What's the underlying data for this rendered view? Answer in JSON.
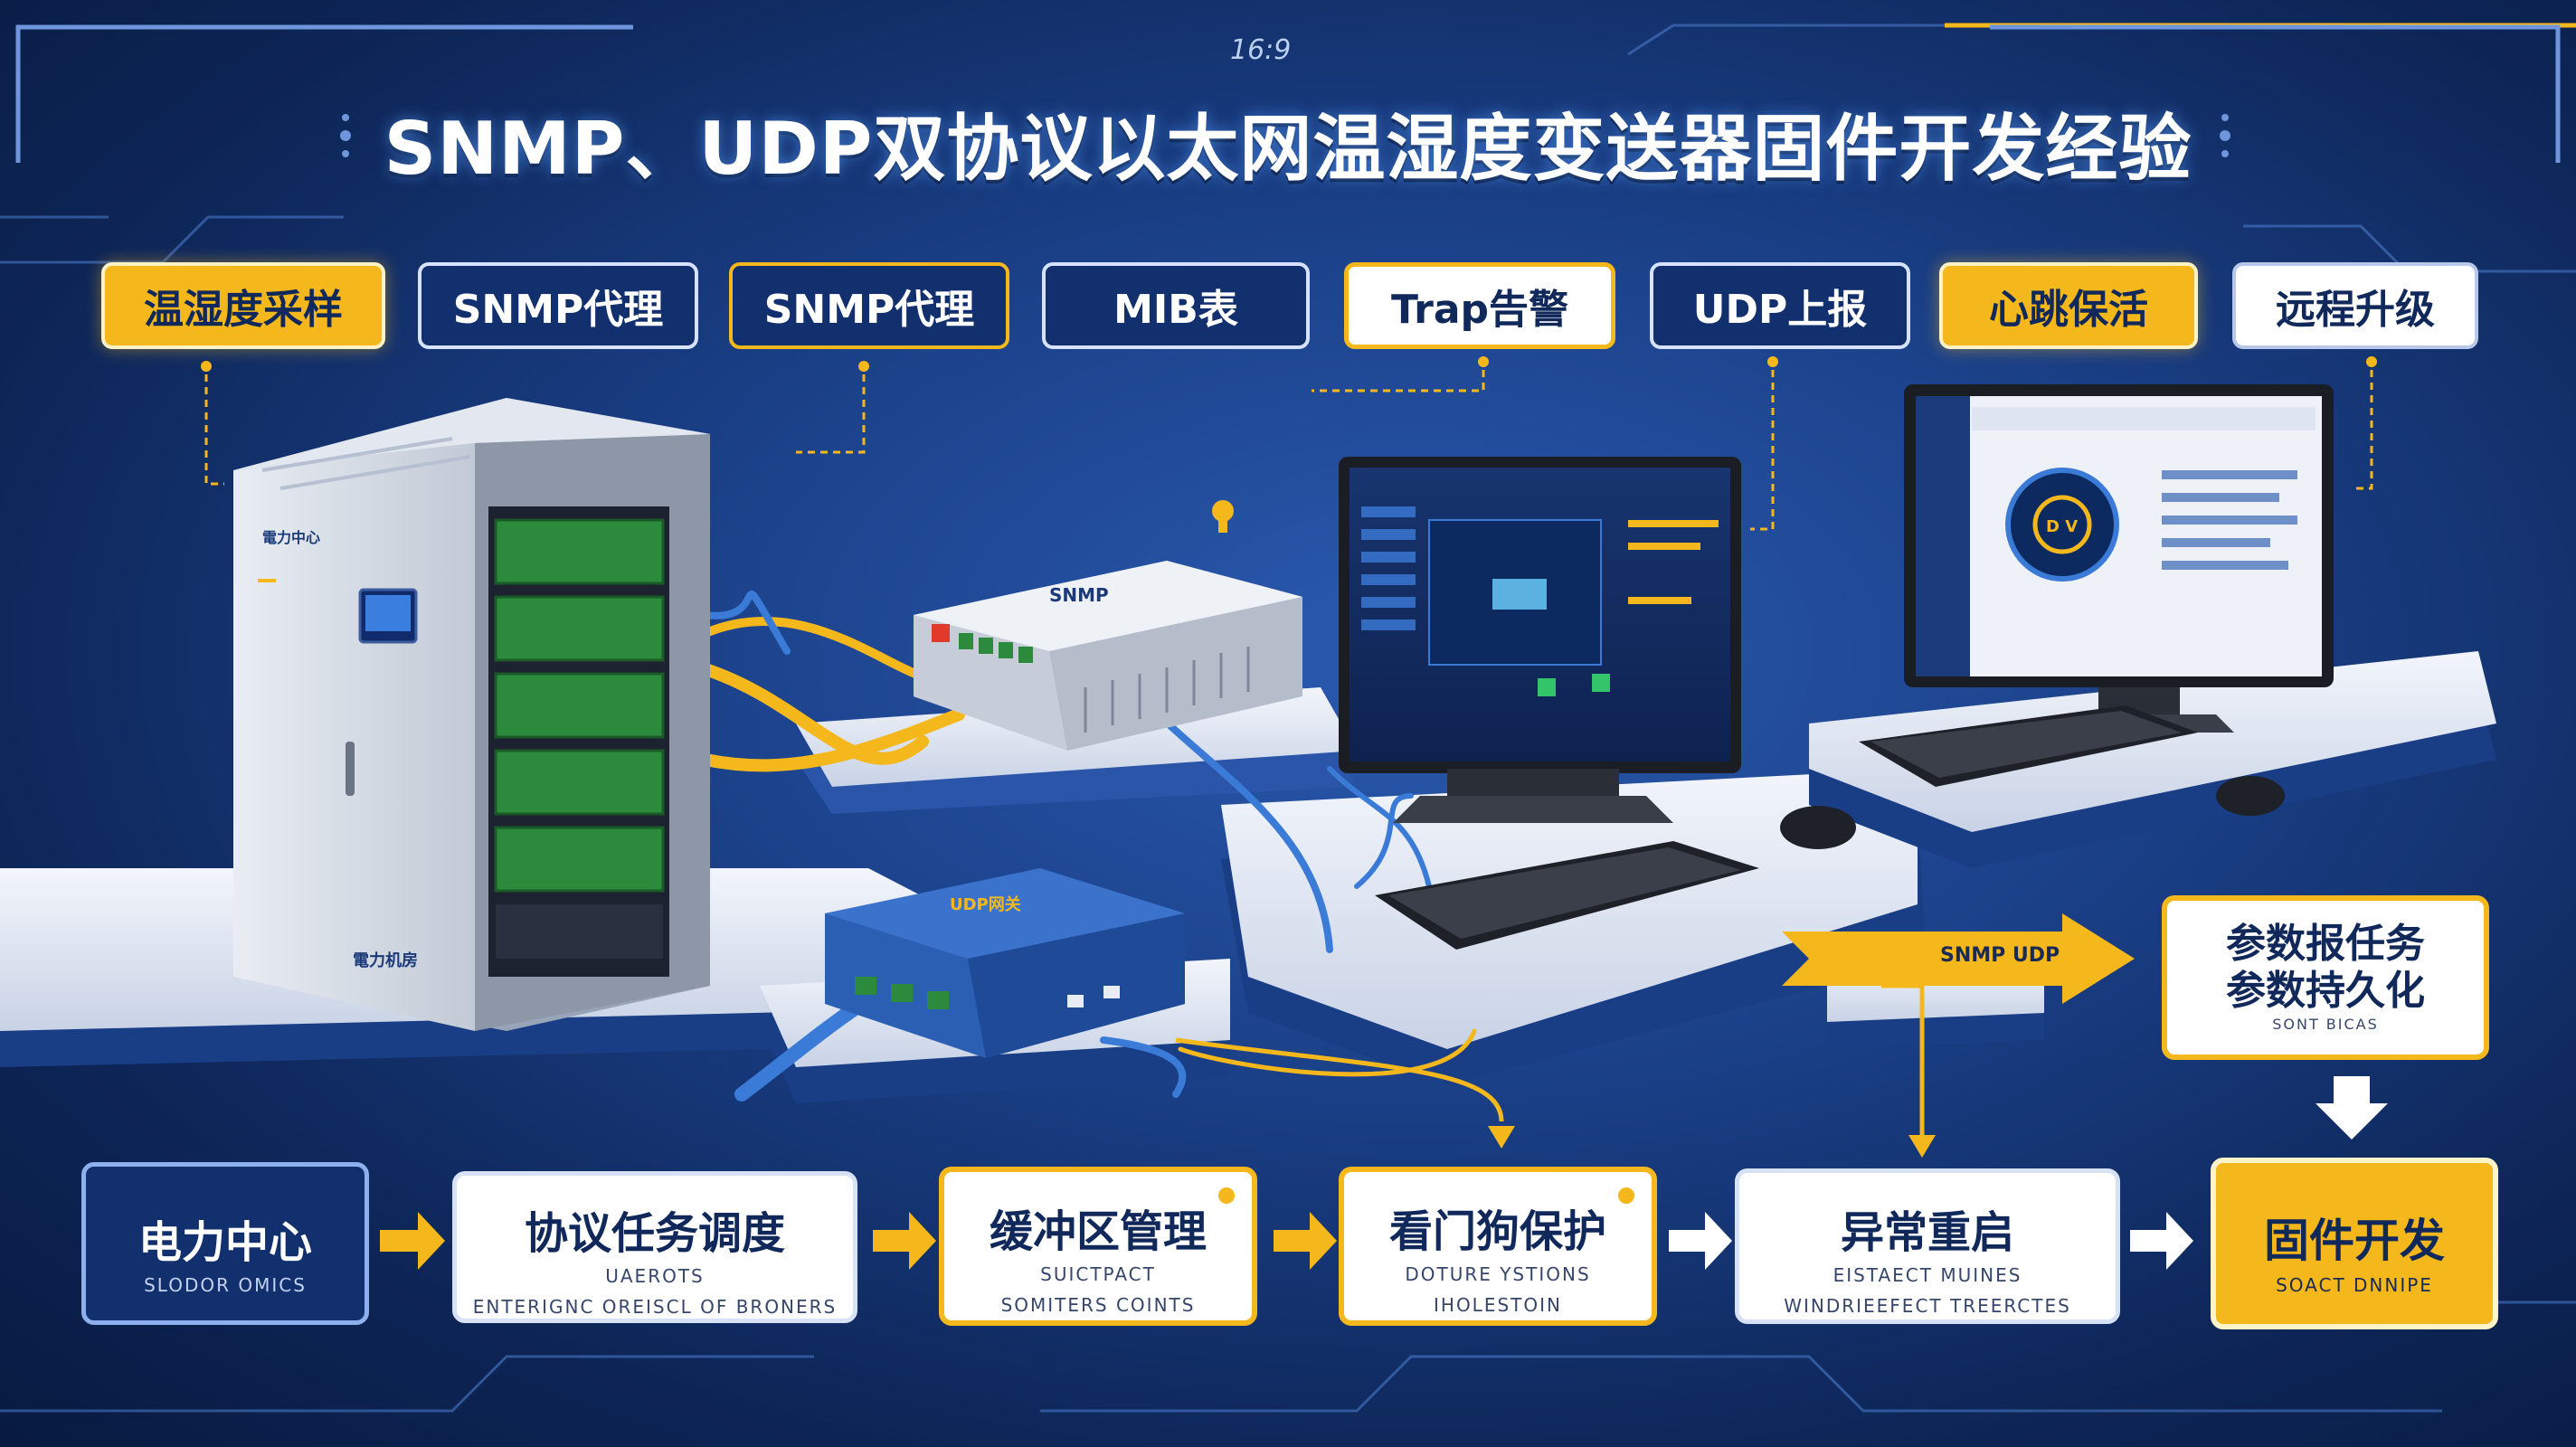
{
  "header": {
    "title": "SNMP、UDP双协议以太网温湿度变送器固件开发经验",
    "ratio_label": "16:9"
  },
  "top_labels": [
    {
      "text": "温湿度采样",
      "style": "yellow"
    },
    {
      "text": "SNMP代理",
      "style": "navy"
    },
    {
      "text": "SNMP代理",
      "style": "navy-gold"
    },
    {
      "text": "MIB表",
      "style": "navy"
    },
    {
      "text": "Trap告警",
      "style": "white"
    },
    {
      "text": "UDP上报",
      "style": "navy"
    },
    {
      "text": "心跳保活",
      "style": "yellow"
    },
    {
      "text": "远程升级",
      "style": "white-plain"
    }
  ],
  "devices": {
    "cabinet_brand": "電力中心",
    "cabinet_plate": "電力机房",
    "switch_brand": "SNMP",
    "router_brand": "UDP网关",
    "monitor_badge": "D V",
    "arrow_text": "SNMP UDP"
  },
  "flow": [
    {
      "main": "电力中心",
      "sub": [
        "SLODOR OMICS"
      ],
      "style": "navy"
    },
    {
      "main": "协议任务调度",
      "sub": [
        "UAEROTS",
        "ENTERIGNC OREISCL OF BRONERS"
      ],
      "style": "white"
    },
    {
      "main": "缓冲区管理",
      "sub": [
        "SUICTPACT",
        "SOMITERS COINTS"
      ],
      "style": "white-y"
    },
    {
      "main": "看门狗保护",
      "sub": [
        "DOTURE YSTIONS",
        "IHOLESTOIN"
      ],
      "style": "white-y"
    },
    {
      "main": "异常重启",
      "sub": [
        "EISTAECT MUINES",
        "WINDRIEEFECT TREERCTES"
      ],
      "style": "white"
    },
    {
      "main": "固件开发",
      "sub": [
        "SOACT DNNIPE"
      ],
      "style": "yellow"
    }
  ],
  "side_card": {
    "lines": [
      "参数报任务",
      "参数持久化"
    ],
    "sub": "SONT BICAS"
  },
  "colors": {
    "accent": "#f5b81c",
    "navy": "#12306e",
    "background": "#1a3f86",
    "cable_blue": "#3b7bd8"
  }
}
